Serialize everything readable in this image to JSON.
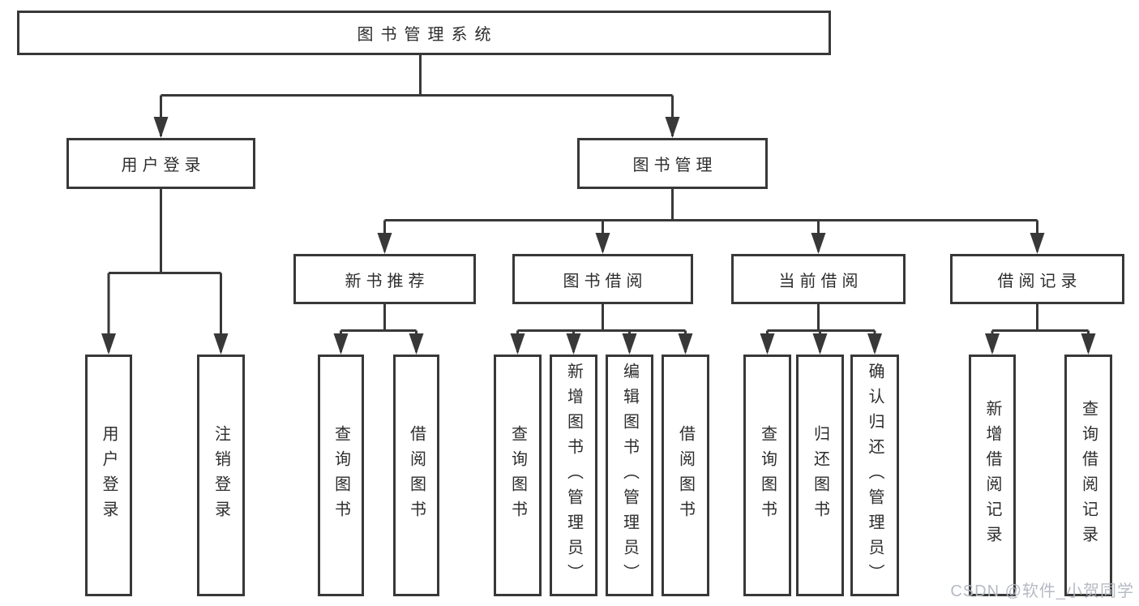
{
  "diagram": {
    "background_color": "#ffffff",
    "line_color": "#383838",
    "box_border_color": "#383838",
    "text_color": "#2d2d2d",
    "watermark_color": "#b2b6c0"
  },
  "tree": {
    "root": {
      "label": "图书管理系统"
    },
    "branches": [
      {
        "label": "用户登录",
        "children": [
          {
            "label": "用户登录"
          },
          {
            "label": "注销登录"
          }
        ]
      },
      {
        "label": "图书管理",
        "groups": [
          {
            "label": "新书推荐",
            "children": [
              {
                "label": "查询图书"
              },
              {
                "label": "借阅图书"
              }
            ]
          },
          {
            "label": "图书借阅",
            "children": [
              {
                "label": "查询图书"
              },
              {
                "label": "新增图书（管理员）"
              },
              {
                "label": "编辑图书（管理员）"
              },
              {
                "label": "借阅图书"
              }
            ]
          },
          {
            "label": "当前借阅",
            "children": [
              {
                "label": "查询图书"
              },
              {
                "label": "归还图书"
              },
              {
                "label": "确认归还（管理员）"
              }
            ]
          },
          {
            "label": "借阅记录",
            "children": [
              {
                "label": "新增借阅记录"
              },
              {
                "label": "查询借阅记录"
              }
            ]
          }
        ]
      }
    ]
  },
  "watermark": {
    "text": "CSDN @软件_小贺同学"
  }
}
